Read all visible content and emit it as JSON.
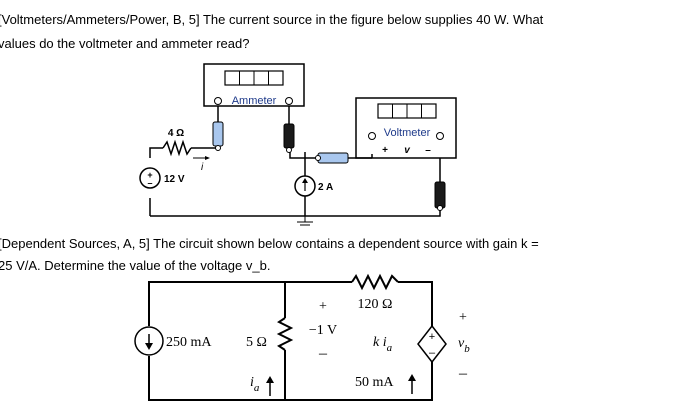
{
  "problem1": {
    "line1": "[Voltmeters/Ammeters/Power, B, 5] The current source in the figure below supplies 40 W. What",
    "line2": "values do the voltmeter and ammeter read?"
  },
  "circuit1": {
    "ammeter_label": "Ammeter",
    "voltmeter_label": "Voltmeter",
    "voltmeter_plus": "+",
    "voltmeter_v": "v",
    "voltmeter_minus": "–",
    "resistor_label": "4 Ω",
    "current_label": "i",
    "source_v_label": "12 V",
    "source_i_label": "2 A"
  },
  "problem2": {
    "line1": "[Dependent Sources, A, 5]  The circuit shown below contains a dependent source with gain k =",
    "line2": "25 V/A.  Determine the value of the voltage v_b."
  },
  "circuit2": {
    "src_current": "250 mA",
    "res_5": "5 Ω",
    "res_120": "120 Ω",
    "v_plus": "+",
    "v_value": "−1 V",
    "v_minus": "–",
    "ia_label": "i",
    "ia_sub": "a",
    "dep_k": "k i",
    "dep_sub": "a",
    "src_50": "50 mA",
    "vb_plus": "+",
    "vb": "v",
    "vb_sub": "b",
    "vb_minus": "–",
    "dep_plus": "+",
    "dep_minus": "–"
  }
}
